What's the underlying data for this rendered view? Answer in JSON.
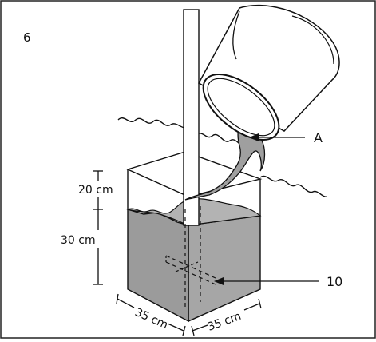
{
  "figure": {
    "step_number": "6",
    "callouts": {
      "pour_label": "A",
      "part_label": "10"
    },
    "dimensions": {
      "upper_depth": "20 cm",
      "lower_depth": "30 cm",
      "width_left": "35 cm",
      "width_right": "35 cm"
    }
  },
  "colors": {
    "line": "#111111",
    "concrete_front": "#9b9b9b",
    "concrete_side": "#a6a6a6",
    "concrete_top": "#b3b3b3",
    "pour": "#9f9f9f"
  }
}
